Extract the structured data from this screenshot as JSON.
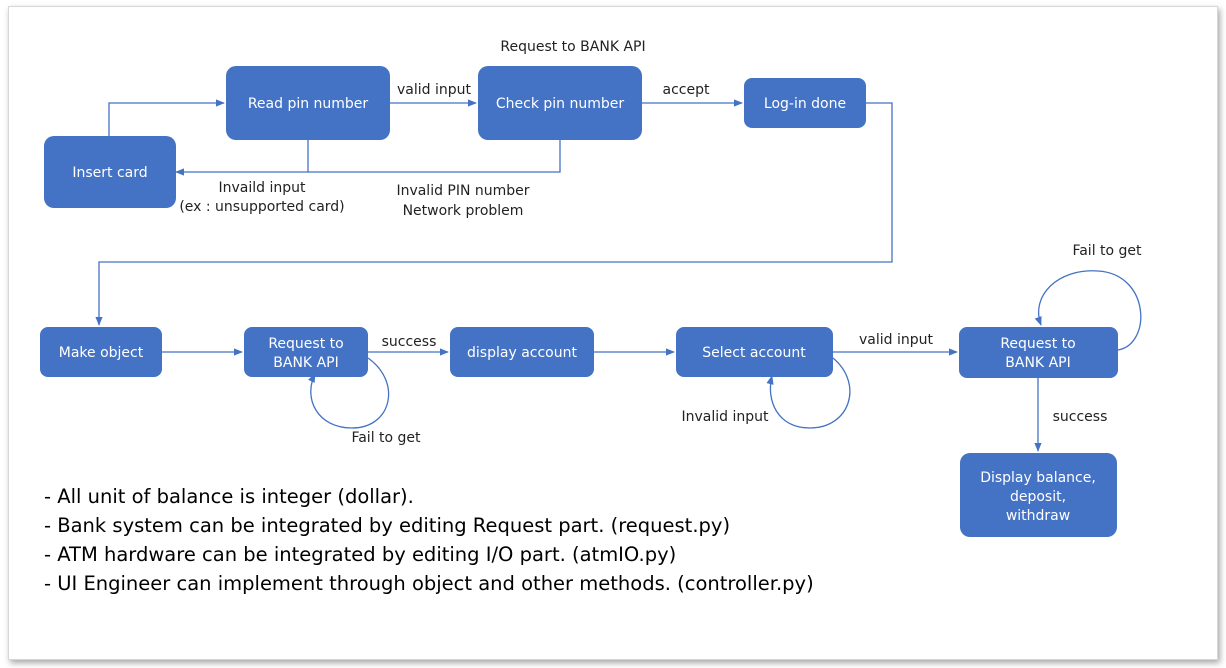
{
  "nodes": {
    "insert_card": "Insert card",
    "read_pin": "Read pin number",
    "check_pin": "Check pin number",
    "login_done": "Log-in done",
    "make_object": "Make object",
    "request_api_1": [
      "Request to",
      "BANK API"
    ],
    "display_account": "display account",
    "select_account": "Select account",
    "request_api_2": [
      "Request to",
      "BANK API"
    ],
    "display_balance": [
      "Display balance,",
      "deposit,",
      "withdraw"
    ]
  },
  "labels": {
    "request_to_bank_api_top": "Request to BANK API",
    "valid_input_1": "valid input",
    "accept": "accept",
    "invalid_input_1": "Invaild input",
    "invalid_input_1_detail": "(ex : unsupported card)",
    "invalid_pin": "Invalid PIN number",
    "network_problem": "Network problem",
    "success_1": "success",
    "fail_to_get_1": "Fail to get",
    "valid_input_2": "valid input",
    "invalid_input_2": "Invalid input",
    "fail_to_get_2": "Fail to get",
    "success_2": "success"
  },
  "notes": [
    "- All unit of balance is integer (dollar).",
    "- Bank system can be integrated by editing Request part. (request.py)",
    "- ATM hardware can be integrated by editing I/O part. (atmIO.py)",
    "- UI Engineer can implement through object and other methods. (controller.py)"
  ],
  "colors": {
    "node_fill": "#4472c4",
    "wire": "#4472c4",
    "node_text": "#ffffff"
  }
}
